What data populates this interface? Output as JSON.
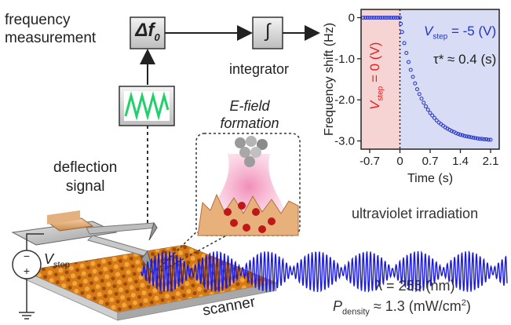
{
  "labels": {
    "frequency_measurement_line1": "frequency",
    "frequency_measurement_line2": "measurement",
    "delta_f_symbol": "Δf",
    "delta_f_subscript": "0",
    "integrator_symbol": "∫",
    "integrator": "integrator",
    "efield_line1": "E-field",
    "efield_line2": "formation",
    "deflection_line1": "deflection",
    "deflection_line2": "signal",
    "v_step_symbol": "V",
    "v_step_sub": "step",
    "scanner": "scanner",
    "uv_irradiation": "ultraviolet irradiation",
    "lambda": "λ = 255 (nm)",
    "p_density_symbol": "P",
    "p_density_sub": "density",
    "p_density_value": " ≈ 1.3 (mW/cm",
    "p_density_sup": "2",
    "p_density_close": ")"
  },
  "chart_data": {
    "type": "scatter",
    "title": "",
    "xlabel": "Time (s)",
    "ylabel": "Frequency shift (Hz)",
    "xlim": [
      -0.9,
      2.3
    ],
    "ylim": [
      -3.2,
      0.2
    ],
    "x_ticks": [
      -0.7,
      0,
      0.7,
      1.4,
      2.1
    ],
    "x_tick_labels": [
      "-0.7",
      "0",
      "0.7",
      "1.4",
      "2.1"
    ],
    "y_ticks": [
      0,
      -1.0,
      -2.0,
      -3.0
    ],
    "y_tick_labels": [
      "0",
      "-1.0",
      "-2.0",
      "-3.0"
    ],
    "regions": [
      {
        "from": -0.9,
        "to": 0,
        "color": "#f7d4d4"
      },
      {
        "from": 0,
        "to": 2.3,
        "color": "#d8dcf4"
      }
    ],
    "series": [
      {
        "color": "#2233cc",
        "x": [
          -0.85,
          -0.8,
          -0.75,
          -0.7,
          -0.65,
          -0.6,
          -0.55,
          -0.5,
          -0.45,
          -0.4,
          -0.35,
          -0.3,
          -0.25,
          -0.2,
          -0.15,
          -0.1,
          -0.05,
          0,
          0.02,
          0.05,
          0.1,
          0.15,
          0.2,
          0.25,
          0.3,
          0.35,
          0.4,
          0.45,
          0.5,
          0.55,
          0.6,
          0.65,
          0.7,
          0.75,
          0.8,
          0.85,
          0.9,
          0.95,
          1.0,
          1.05,
          1.1,
          1.15,
          1.2,
          1.25,
          1.3,
          1.35,
          1.4,
          1.45,
          1.5,
          1.55,
          1.6,
          1.65,
          1.7,
          1.75,
          1.8,
          1.85,
          1.9,
          1.95,
          2.0,
          2.05,
          2.1
        ],
        "y": [
          0.0,
          0.0,
          0.0,
          0.0,
          0.0,
          0.0,
          0.0,
          0.0,
          0.0,
          0.0,
          0.0,
          0.0,
          0.0,
          0.0,
          0.0,
          0.0,
          0.0,
          0.0,
          -0.15,
          -0.35,
          -0.62,
          -0.86,
          -1.08,
          -1.27,
          -1.44,
          -1.6,
          -1.74,
          -1.86,
          -1.97,
          -2.07,
          -2.16,
          -2.24,
          -2.32,
          -2.38,
          -2.44,
          -2.5,
          -2.55,
          -2.59,
          -2.63,
          -2.67,
          -2.7,
          -2.73,
          -2.76,
          -2.78,
          -2.81,
          -2.83,
          -2.85,
          -2.86,
          -2.88,
          -2.89,
          -2.9,
          -2.91,
          -2.92,
          -2.93,
          -2.94,
          -2.95,
          -2.95,
          -2.96,
          -2.96,
          -2.97,
          -2.97
        ]
      }
    ],
    "annotations": {
      "left_region_symbol": "V",
      "left_region_sub": "step",
      "left_region_value": " = 0 (V)",
      "right_region_symbol": "V",
      "right_region_sub": "step",
      "right_region_value": " = -5 (V)",
      "tau": "τ* ≈ 0.4 (s)"
    },
    "colors": {
      "left_text": "#e02020",
      "right_text": "#2233cc"
    }
  }
}
